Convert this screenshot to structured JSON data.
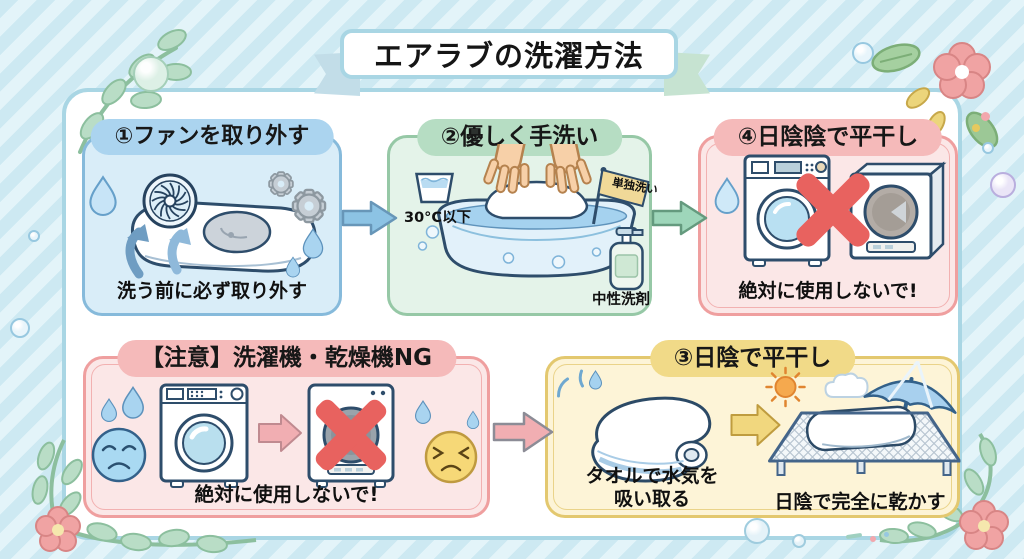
{
  "title": "エアラブの洗濯方法",
  "steps": {
    "step1": {
      "header": "①ファンを取り外す",
      "caption": "洗う前に必ず取り外す"
    },
    "step2": {
      "header": "②優しく手洗い",
      "water_temp": "30°C以下",
      "flag": "単独洗い",
      "detergent": "中性洗剤"
    },
    "step4": {
      "header": "④日陰陰で平干し",
      "caption": "絶対に使用しないで!"
    },
    "warning": {
      "header": "【注意】洗濯機・乾燥機NG",
      "caption": "絶対に使用しないで!"
    },
    "step3": {
      "header": "③日陰で平干し",
      "caption_towel_line1": "タオルで水気を",
      "caption_towel_line2": "吸い取る",
      "caption_dry": "日陰で完全に乾かす"
    }
  },
  "icons": {
    "fan": "fan-icon",
    "gear": "gear-icon",
    "water_drop": "water-drop-icon",
    "pillow": "pillow-icon",
    "hand_wash": "hand-wash-icon",
    "water_cup": "water-cup-icon",
    "flag": "flag-icon",
    "detergent_bottle": "detergent-bottle-icon",
    "washing_machine": "washing-machine-icon",
    "dryer": "dryer-icon",
    "x_mark": "x-mark-icon",
    "sad_face": "sad-face-icon",
    "annoyed_face": "annoyed-face-icon",
    "towel": "towel-icon",
    "drying_rack": "drying-rack-icon",
    "umbrella": "umbrella-icon",
    "sun": "sun-icon",
    "cloud": "cloud-icon",
    "arrow_right": "arrow-right-icon",
    "leaf_branch": "leaf-branch-icon",
    "flower": "flower-icon",
    "bubble": "bubble-icon"
  },
  "colors": {
    "stripe_a": "#cde9f2",
    "stripe_b": "#e3f4f9",
    "panel_border": "#a9d6e4",
    "card1_bg": "#d9edf8",
    "card1_border": "#86badb",
    "card1_pill": "#abd4ef",
    "card2_bg": "#e4f3e9",
    "card2_border": "#96c8a6",
    "card2_pill": "#b6ddc3",
    "pink_bg": "#fbe7e7",
    "pink_border": "#ef9f9f",
    "pink_pill": "#f5baba",
    "yellow_bg": "#fdf4d7",
    "yellow_border": "#e3c86f",
    "yellow_pill": "#f1da88",
    "arrow_blue": "#8cc3e4",
    "arrow_green": "#9ed6ba",
    "arrow_pink": "#f1aeb2",
    "arrow_yellow": "#f1d77e",
    "x_red": "#e8625f",
    "text": "#1b1b1b"
  }
}
